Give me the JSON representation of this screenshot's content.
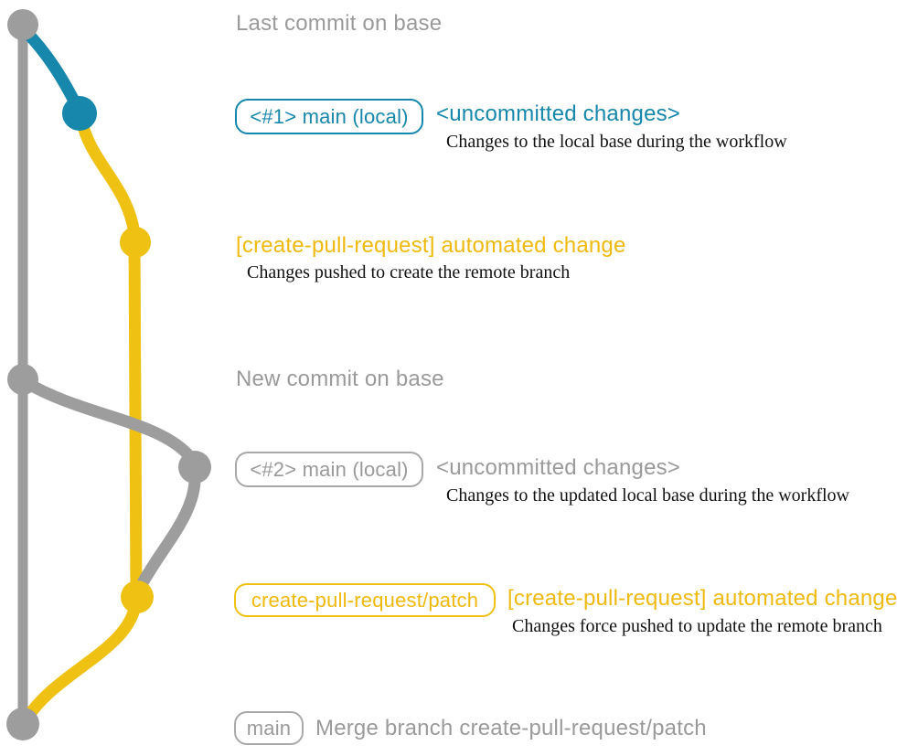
{
  "diagram": {
    "colors": {
      "gray": "#9d9d9d",
      "gray_text": "#9a9a9a",
      "gray_border": "#a8a8a8",
      "teal": "#1787ab",
      "yellow": "#eec113",
      "yellow_text": "#efb90d",
      "text_dark": "#111111"
    },
    "events": {
      "last_commit_on_base": "Last commit on base",
      "new_commit_on_base": "New commit on base",
      "merge_commit": "Merge branch create-pull-request/patch"
    },
    "branch_labels": {
      "main_local_1": "<#1> main (local)",
      "main_local_2": "<#2> main (local)",
      "patch_branch": "create-pull-request/patch",
      "main": "main"
    },
    "commit_messages": {
      "uncommitted_1": "<uncommitted changes>",
      "automated_1": "[create-pull-request] automated change",
      "uncommitted_2": "<uncommitted changes>",
      "automated_2": "[create-pull-request] automated change"
    },
    "descriptions": {
      "uncommitted_1": "Changes to the local base during the workflow",
      "automated_1": "Changes pushed to create the remote branch",
      "uncommitted_2": "Changes to the updated local base during the workflow",
      "automated_2": "Changes force pushed to update the remote branch"
    }
  }
}
